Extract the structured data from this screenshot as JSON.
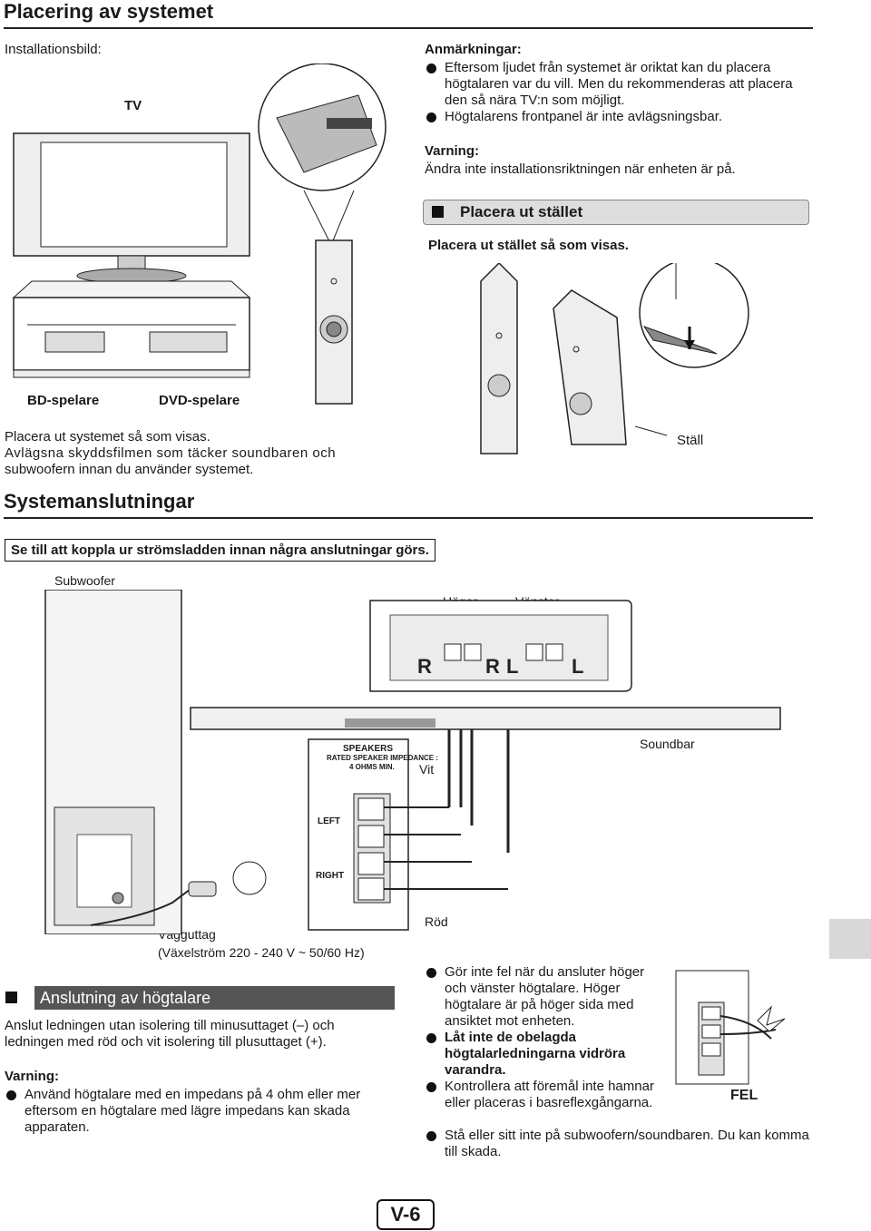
{
  "header": {
    "title": "Placering av systemet"
  },
  "install": {
    "label": "Installationsbild:",
    "tv_label": "TV",
    "bd_label": "BD-spelare",
    "dvd_label": "DVD-spelare",
    "text_line1": "Placera ut systemet så som visas.",
    "text_line2": "Avlägsna skyddsfilmen som täcker soundbaren och",
    "text_line3": "subwoofern innan du använder systemet."
  },
  "notes": {
    "heading": "Anmärkningar:",
    "items": [
      "Eftersom ljudet från systemet är oriktat kan du placera högtalaren var du vill. Men du rekommenderas att placera den så nära TV:n som möjligt.",
      "Högtalarens frontpanel är inte avlägsningsbar."
    ],
    "warning_label": "Varning:",
    "warning_text": "Ändra inte installationsriktningen när enheten är på."
  },
  "stand": {
    "heading": "Placera ut stället",
    "instruction": "Placera ut stället så som visas.",
    "label": "Ställ"
  },
  "connections": {
    "title": "Systemanslutningar",
    "warning_box": "Se till att koppla ur strömsladden innan några anslutningar görs.",
    "subwoofer_label": "Subwoofer",
    "right_label": "Höger",
    "left_label": "Vänster",
    "soundbar_label": "Soundbar",
    "white_label": "Vit",
    "red_label": "Röd",
    "outlet_line1": "Vägguttag",
    "outlet_line2": "(Växelström 220 - 240 V ~ 50/60 Hz)",
    "panel_speakers": "SPEAKERS",
    "panel_impedance": "RATED SPEAKER IMPEDANCE :",
    "panel_ohms": "4 OHMS MIN.",
    "panel_left": "LEFT",
    "panel_right": "RIGHT"
  },
  "speaker_section": {
    "heading": "Anslutning av högtalare",
    "text": "Anslut ledningen utan isolering till minusuttaget (–) och ledningen med röd och vit isolering till plusuttaget (+).",
    "warning_label": "Varning:",
    "warning_item": "Använd högtalare med en impedans på 4 ohm eller mer eftersom en högtalare med lägre impedans kan skada apparaten."
  },
  "tips": {
    "items": [
      "Gör inte fel när du ansluter höger och vänster högtalare. Höger högtalare är på höger sida med ansiktet mot enheten.",
      "Låt inte de obelagda högtalarledningarna vidröra varandra.",
      "Kontrollera att föremål inte hamnar eller placeras i basreflexgångarna.",
      "Stå eller sitt inte på subwoofern/soundbaren. Du kan komma till skada."
    ],
    "fel_label": "FEL"
  },
  "footer": {
    "page": "V-6"
  }
}
